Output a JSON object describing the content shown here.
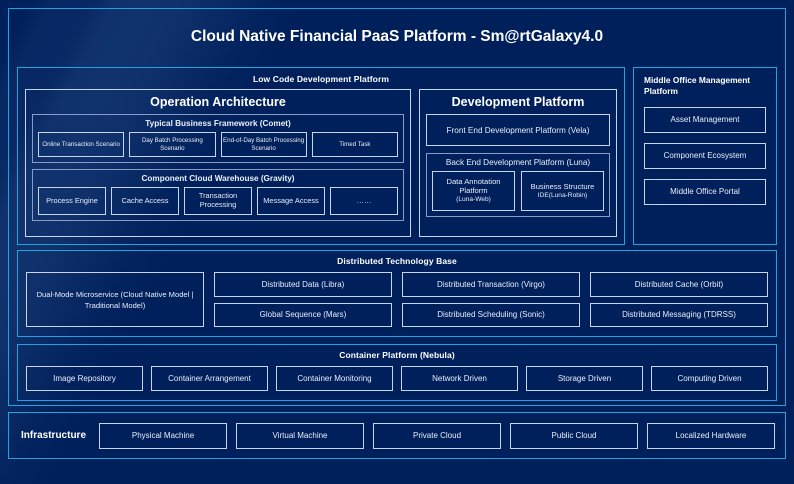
{
  "page": {
    "title": "Cloud Native Financial PaaS Platform - Sm@rtGalaxy4.0",
    "accent_color": "#21A3E0",
    "background_color": "#00205B",
    "box_border_color": "#C8D4EA"
  },
  "low_code": {
    "title": "Low Code Development Platform",
    "operation_architecture": {
      "title": "Operation Architecture",
      "comet": {
        "title": "Typical Business Framework (Comet)",
        "items": [
          "Online Transaction Scenario",
          "Day Batch Processing Scenario",
          "End-of-Day Batch Processing Scenario",
          "Timed Task"
        ]
      },
      "gravity": {
        "title": "Component Cloud Warehouse (Gravity)",
        "items": [
          "Process Engine",
          "Cache Access",
          "Transaction Processing",
          "Message Access",
          "……"
        ]
      }
    },
    "development_platform": {
      "title": "Development Platform",
      "front_end": "Front End Development Platform (Vela)",
      "back_end": {
        "title": "Back End Development Platform (Luna)",
        "items": [
          {
            "name": "Data Annotation Platform",
            "sub": "(Luna-Web)"
          },
          {
            "name": "Business Structure",
            "sub": "IDE(Luna-Robin)"
          }
        ]
      }
    }
  },
  "middle_office": {
    "title": "Middle Office Management Platform",
    "items": [
      "Asset Management",
      "Component Ecosystem",
      "Middle Office Portal"
    ]
  },
  "distributed_technology_base": {
    "title": "Distributed Technology Base",
    "dual_mode": "Dual-Mode Microservice (Cloud Native Model | Traditional Model)",
    "columns": [
      {
        "top": "Distributed Data (Libra)",
        "bottom": "Global Sequence (Mars)"
      },
      {
        "top": "Distributed Transaction (Virgo)",
        "bottom": "Distributed Scheduling (Sonic)"
      },
      {
        "top": "Distributed Cache (Orbit)",
        "bottom": "Distributed Messaging (TDRSS)"
      }
    ]
  },
  "container_platform": {
    "title": "Container Platform (Nebula)",
    "items": [
      "Image Repository",
      "Container Arrangement",
      "Container Monitoring",
      "Network Driven",
      "Storage Driven",
      "Computing Driven"
    ]
  },
  "infrastructure": {
    "label": "Infrastructure",
    "items": [
      "Physical Machine",
      "Virtual Machine",
      "Private Cloud",
      "Public Cloud",
      "Localized Hardware"
    ]
  }
}
